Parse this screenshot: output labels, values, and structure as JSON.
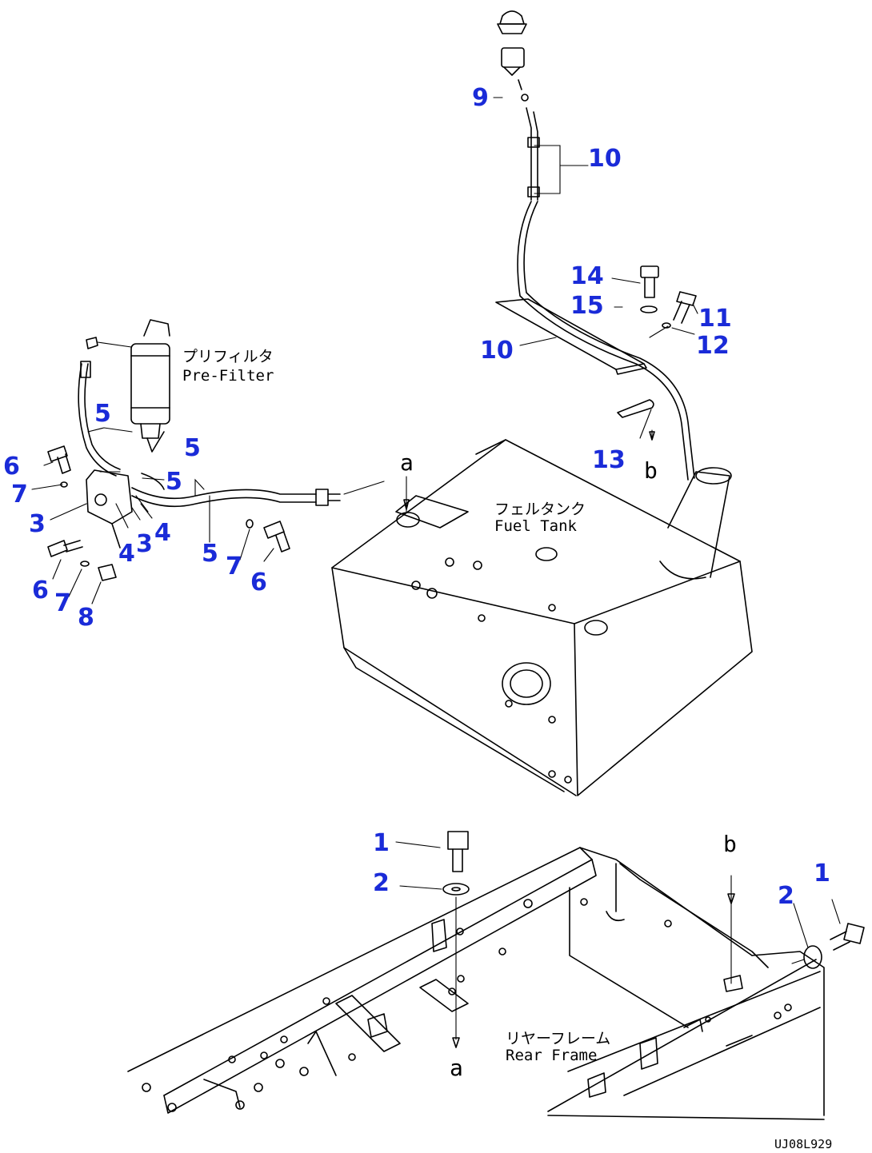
{
  "callouts": {
    "c1a": "1",
    "c1b": "1",
    "c2a": "2",
    "c2b": "2",
    "c3a": "3",
    "c3b": "3",
    "c4a": "4",
    "c4b": "4",
    "c5a": "5",
    "c5b": "5",
    "c5c": "5",
    "c5d": "5",
    "c6a": "6",
    "c6b": "6",
    "c6c": "6",
    "c7a": "7",
    "c7b": "7",
    "c7c": "7",
    "c8": "8",
    "c9": "9",
    "c10a": "10",
    "c10b": "10",
    "c11": "11",
    "c12": "12",
    "c13": "13",
    "c14": "14",
    "c15": "15"
  },
  "labels": {
    "prefilter_jp": "プリフィルタ",
    "prefilter_en": "Pre-Filter",
    "fueltank_jp": "フェルタンク",
    "fueltank_en": "Fuel Tank",
    "rearframe_jp": "リヤーフレーム",
    "rearframe_en": "Rear Frame",
    "ref_a_top": "a",
    "ref_a_bottom": "a",
    "ref_b_top": "b",
    "ref_b_bottom": "b",
    "drawing_code": "UJ08L929"
  },
  "colors": {
    "callout": "#1a2bd8",
    "line": "#000000",
    "background": "#ffffff"
  }
}
